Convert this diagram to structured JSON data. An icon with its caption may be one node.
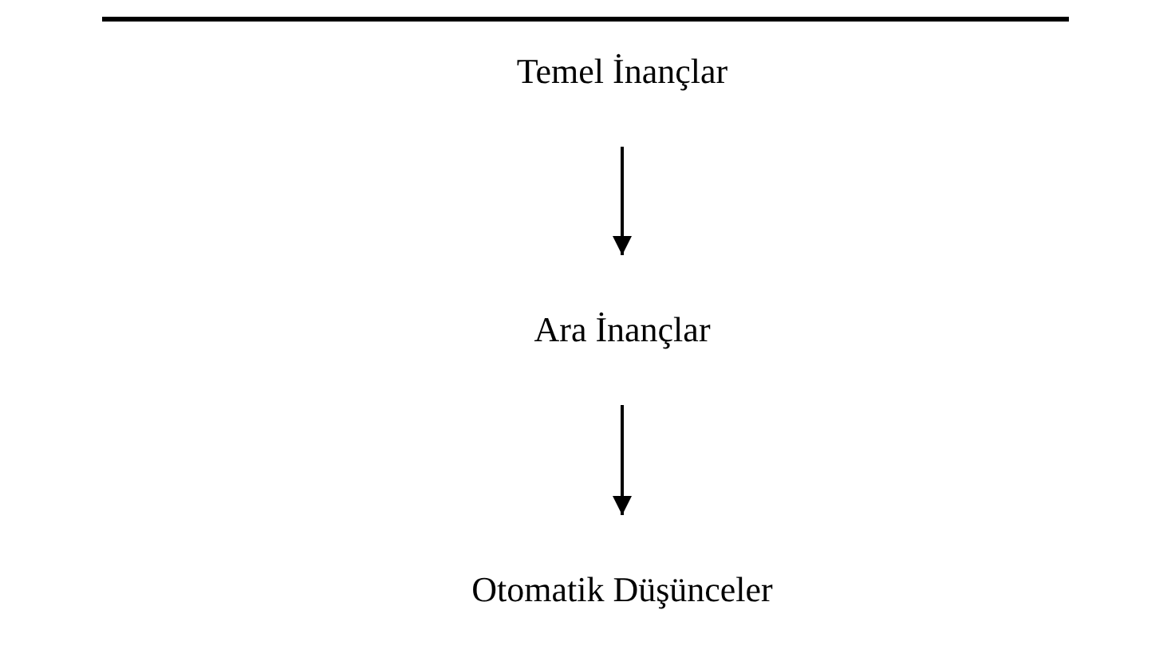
{
  "diagram": {
    "nodes": [
      {
        "text": [
          "Temel İnançlar"
        ]
      },
      {
        "text": [
          "Ara İnançlar"
        ]
      },
      {
        "text": [
          "Otomatik Düşünceler"
        ]
      }
    ],
    "edges": [
      {
        "from": 0,
        "to": 1,
        "arrow": "to"
      },
      {
        "from": 1,
        "to": 2,
        "arrow": "to"
      }
    ]
  }
}
